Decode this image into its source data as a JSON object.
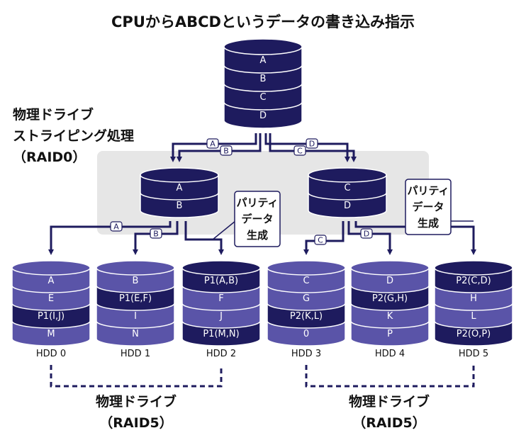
{
  "title": "CPUからABCDというデータの書き込み指示",
  "raid0_label": [
    "物理ドライブ",
    "ストライピング処理",
    "（RAID0）"
  ],
  "cpu_disk": {
    "segments": [
      "A",
      "B",
      "C",
      "D"
    ]
  },
  "mid_disks": [
    {
      "segments": [
        "A",
        "B"
      ]
    },
    {
      "segments": [
        "C",
        "D"
      ]
    }
  ],
  "top_tags": [
    "A",
    "B",
    "C",
    "D"
  ],
  "lower_tags": [
    "A",
    "B",
    "C",
    "D"
  ],
  "parity_callout": [
    "パリティ",
    "データ",
    "生成"
  ],
  "hdds": [
    {
      "name": "HDD 0",
      "segments": [
        "A",
        "E",
        "P1(I,J)",
        "M"
      ]
    },
    {
      "name": "HDD 1",
      "segments": [
        "B",
        "P1(E,F)",
        "I",
        "N"
      ]
    },
    {
      "name": "HDD 2",
      "segments": [
        "P1(A,B)",
        "F",
        "J",
        "P1(M,N)"
      ]
    },
    {
      "name": "HDD 3",
      "segments": [
        "C",
        "G",
        "P2(K,L)",
        "0"
      ]
    },
    {
      "name": "HDD 4",
      "segments": [
        "D",
        "P2(G,H)",
        "K",
        "P"
      ]
    },
    {
      "name": "HDD 5",
      "segments": [
        "P2(C,D)",
        "H",
        "L",
        "P2(O,P)"
      ]
    }
  ],
  "raid5_label": [
    "物理ドライブ",
    "（RAID5）"
  ],
  "colors": {
    "dark": "#1e1b5e",
    "light": "#5a54a8",
    "panel": "#e6e6e6",
    "line": "#1e1b5e"
  }
}
